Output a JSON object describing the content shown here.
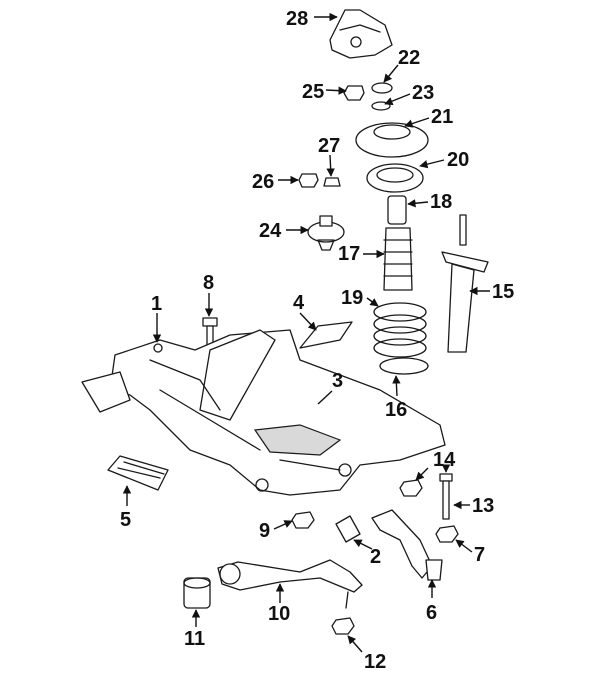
{
  "callouts": {
    "c1": "1",
    "c2": "2",
    "c3": "3",
    "c4": "4",
    "c5": "5",
    "c6": "6",
    "c7": "7",
    "c8": "8",
    "c9": "9",
    "c10": "10",
    "c11": "11",
    "c12": "12",
    "c13": "13",
    "c14": "14",
    "c15": "15",
    "c16": "16",
    "c17": "17",
    "c18": "18",
    "c19": "19",
    "c20": "20",
    "c21": "21",
    "c22": "22",
    "c23": "23",
    "c24": "24",
    "c25": "25",
    "c26": "26",
    "c27": "27",
    "c28": "28"
  },
  "colors": {
    "line": "#1a1a1a",
    "shade": "#d9d9d9",
    "background": "#ffffff"
  }
}
